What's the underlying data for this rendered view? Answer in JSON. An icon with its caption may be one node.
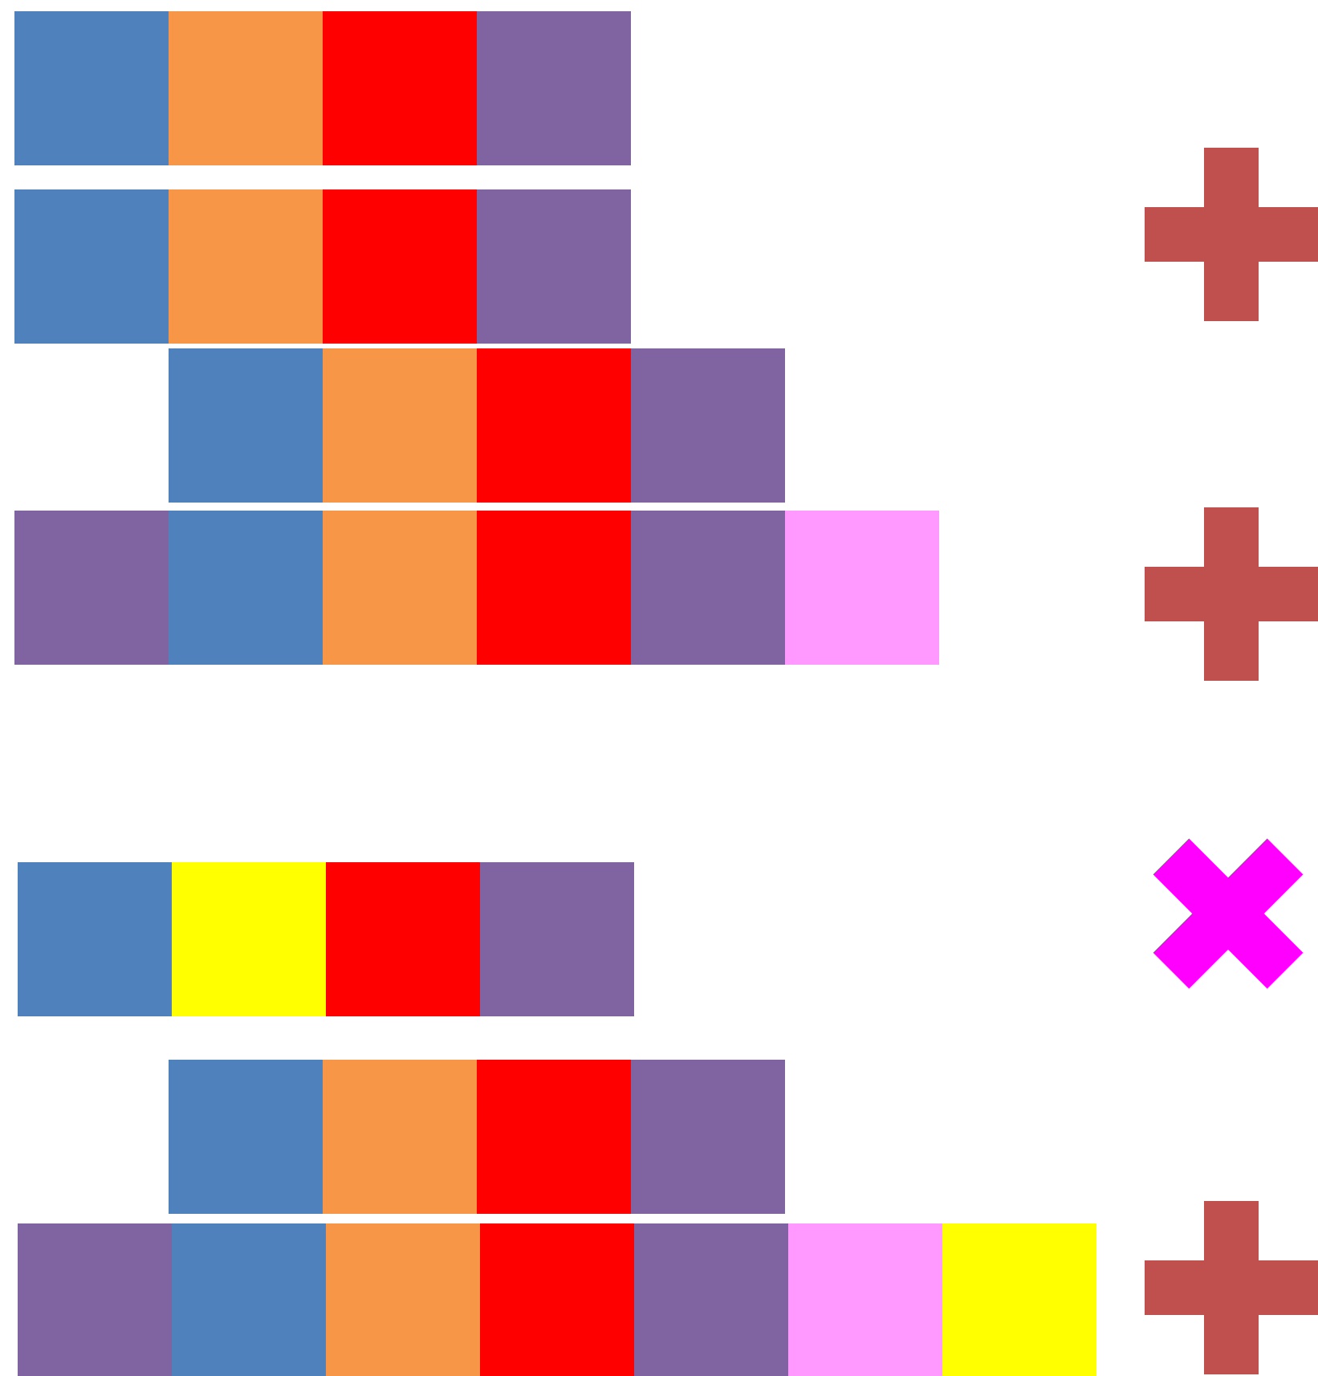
{
  "diagram": {
    "nodes": [
      {
        "text": [],
        "shape": "box"
      },
      {
        "text": [],
        "shape": "box"
      },
      {
        "text": [],
        "shape": "box"
      },
      {
        "text": [],
        "shape": "box"
      },
      {
        "text": [],
        "shape": "box"
      },
      {
        "text": [],
        "shape": "box"
      },
      {
        "text": [],
        "shape": "box"
      },
      {
        "text": [],
        "shape": "box"
      },
      {
        "text": [],
        "shape": "box"
      },
      {
        "text": [],
        "shape": "box"
      },
      {
        "text": [],
        "shape": "box"
      },
      {
        "text": [],
        "shape": "box"
      },
      {
        "text": [],
        "shape": "box"
      },
      {
        "text": [],
        "shape": "box"
      },
      {
        "text": [],
        "shape": "box"
      },
      {
        "text": [],
        "shape": "box"
      },
      {
        "text": [],
        "shape": "box"
      },
      {
        "text": [],
        "shape": "box"
      },
      {
        "text": [],
        "shape": "box"
      },
      {
        "text": [],
        "shape": "box"
      },
      {
        "text": [],
        "shape": "box"
      },
      {
        "text": [],
        "shape": "box"
      },
      {
        "text": [],
        "shape": "box"
      },
      {
        "text": [],
        "shape": "box"
      },
      {
        "text": [],
        "shape": "box"
      },
      {
        "text": [],
        "shape": "box"
      },
      {
        "text": [],
        "shape": "box"
      },
      {
        "text": [],
        "shape": "box"
      },
      {
        "text": [],
        "shape": "box"
      },
      {
        "text": [],
        "shape": "box"
      },
      {
        "text": [],
        "shape": "box"
      },
      {
        "text": [],
        "shape": "box"
      },
      {
        "text": [],
        "shape": "box"
      }
    ]
  }
}
